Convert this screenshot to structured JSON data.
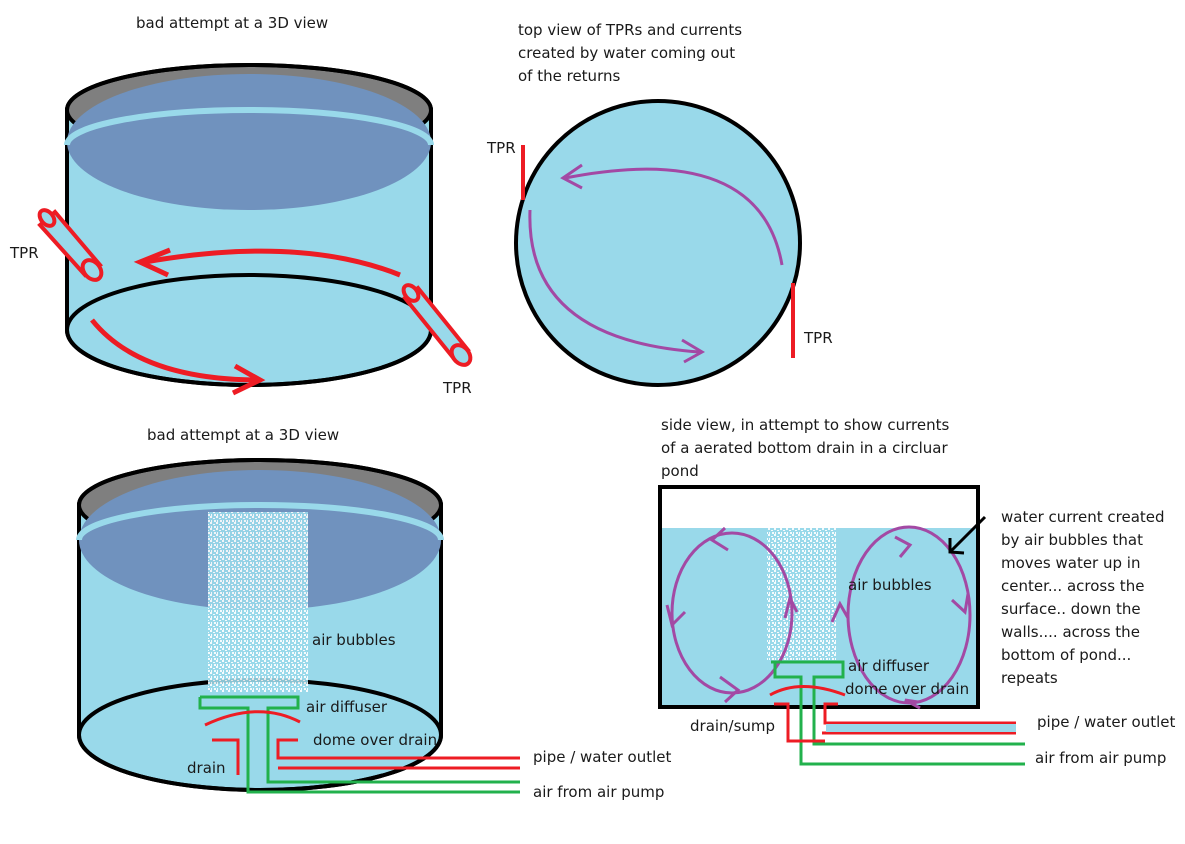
{
  "colors": {
    "water": "#99d9ea",
    "surface": "#7092be",
    "rim": "#7f7f7f",
    "pipe": "#ed1c24",
    "current": "#a349a4",
    "air": "#22b14c",
    "outline": "#000000"
  },
  "panel_3d_tpr": {
    "title": "bad attempt at a 3D view",
    "tpr_left": "TPR",
    "tpr_right": "TPR"
  },
  "panel_top_view": {
    "title_lines": [
      "top view of TPRs and currents",
      "created by water coming out",
      "of the returns"
    ],
    "tpr_top": "TPR",
    "tpr_bottom": "TPR"
  },
  "panel_3d_drain": {
    "title": "bad attempt at a 3D view",
    "air_bubbles": "air bubbles",
    "air_diffuser": "air diffuser",
    "dome": "dome over drain",
    "drain": "drain",
    "pipe": "pipe / water outlet",
    "air": "air from air pump"
  },
  "panel_side_view": {
    "title_lines": [
      "side view, in attempt to show currents",
      "of a aerated bottom drain in a circluar",
      "pond"
    ],
    "air_bubbles": "air bubbles",
    "air_diffuser": "air diffuser",
    "dome": "dome over drain",
    "drain": "drain/sump",
    "pipe": "pipe / water outlet",
    "air": "air from air pump",
    "note_lines": [
      "water current created",
      "by air bubbles that",
      "moves water up in",
      "center... across the",
      "surface.. down the",
      "walls.... across the",
      "bottom of pond...",
      "repeats"
    ]
  }
}
